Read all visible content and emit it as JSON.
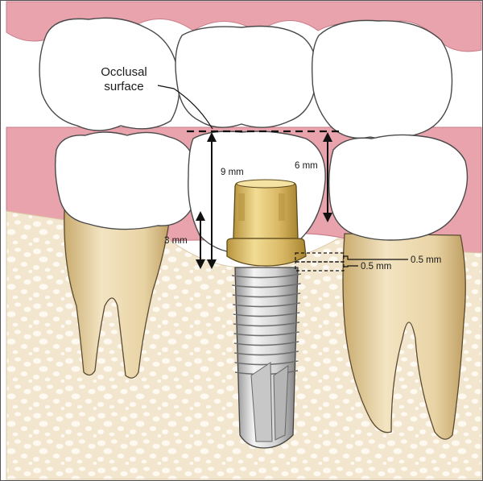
{
  "labels": {
    "occlusal_line1": "Occlusal",
    "occlusal_line2": "surface",
    "dim_9mm": "9 mm",
    "dim_6mm": "6 mm",
    "dim_3mm": "3 mm",
    "dim_05mm_a": "0.5 mm",
    "dim_05mm_b": "0.5 mm"
  },
  "colors": {
    "gum": "#e9a3ad",
    "gum_dark": "#d98592",
    "bone": "#f4e8d4",
    "bone_pore": "#ffffff",
    "tooth": "#ffffff",
    "tooth_outline": "#4a4a4a",
    "root": "#ead7ae",
    "root_shade": "#d4b983",
    "abutment": "#d9b865",
    "abutment_light": "#f2dc94",
    "implant": "#e2e2e2",
    "implant_dark": "#9a9a9a"
  },
  "icons": {
    "implant": "dental-implant-illustration",
    "abutment": "abutment-illustration"
  }
}
